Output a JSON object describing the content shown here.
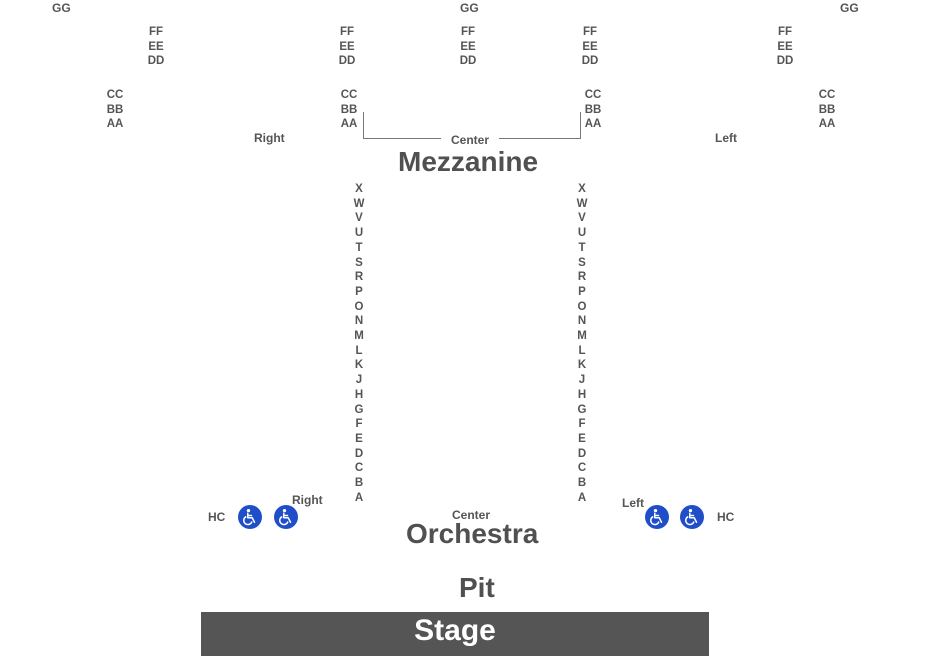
{
  "top_rows": {
    "gg": "GG"
  },
  "mezzanine": {
    "title": "Mezzanine",
    "rows_upper": [
      "FF",
      "EE",
      "DD"
    ],
    "rows_lower": [
      "CC",
      "BB",
      "AA"
    ],
    "right_label": "Right",
    "left_label": "Left",
    "center_label": "Center"
  },
  "orchestra": {
    "title": "Orchestra",
    "rows": [
      "X",
      "W",
      "V",
      "U",
      "T",
      "S",
      "R",
      "P",
      "O",
      "N",
      "M",
      "L",
      "K",
      "J",
      "H",
      "G",
      "F",
      "E",
      "D",
      "C",
      "B",
      "A"
    ],
    "right_label": "Right",
    "left_label": "Left",
    "center_label": "Center",
    "hc_label": "HC"
  },
  "pit_label": "Pit",
  "stage_label": "Stage",
  "icons": {
    "accessible": "wheelchair-icon"
  },
  "colors": {
    "text": "#555555",
    "stage": "#555555",
    "accessible": "#1f4ec8"
  }
}
